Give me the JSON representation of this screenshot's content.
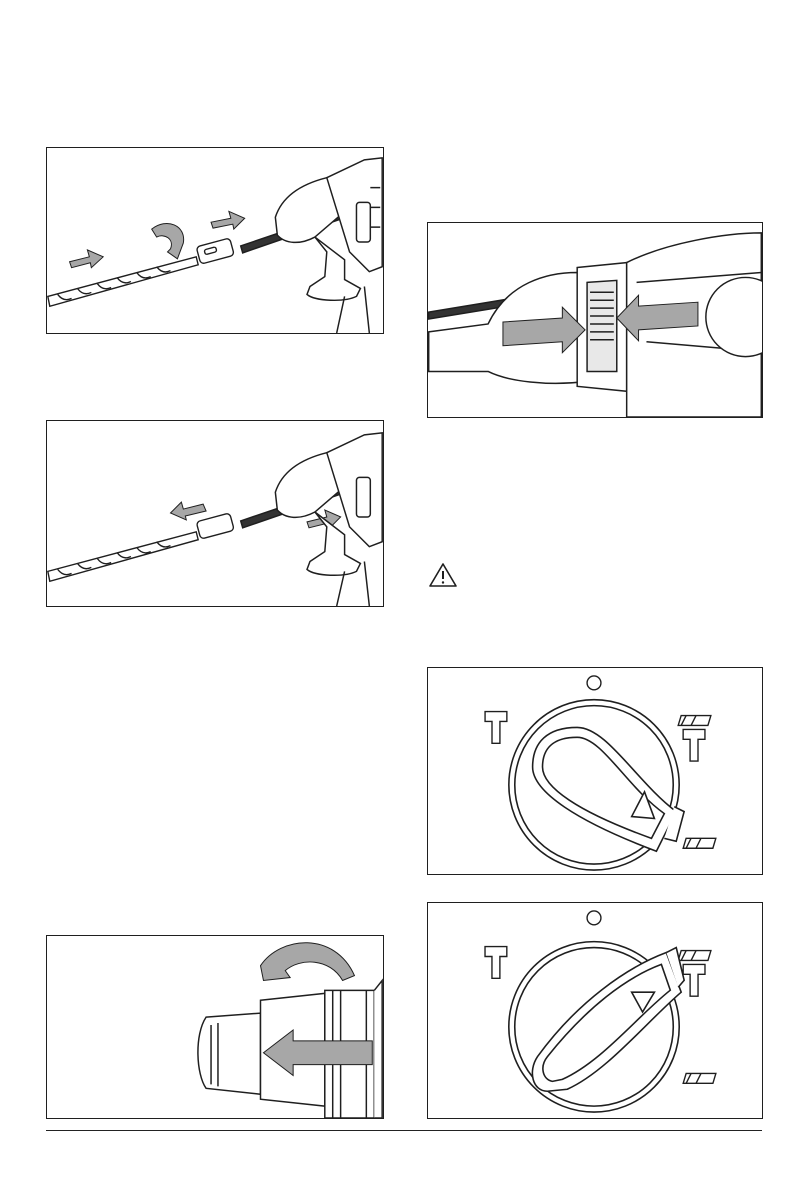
{
  "page": {
    "background": "#ffffff",
    "line_color": "#1f1f1f",
    "arrow_fill": "#a7a7a7"
  },
  "figures": [
    {
      "name": "insert-bit-figure",
      "icons": [
        "drill-bit-icon",
        "rotate-arrow-icon",
        "push-arrow-icon",
        "hammer-drill-icon"
      ]
    },
    {
      "name": "remove-bit-figure",
      "icons": [
        "drill-bit-icon",
        "pull-arrow-icon",
        "hammer-drill-icon"
      ]
    },
    {
      "name": "chuck-removal-figure",
      "icons": [
        "chuck-icon",
        "rotate-arrow-icon",
        "pull-arrow-icon"
      ]
    },
    {
      "name": "mode-button-press-figure",
      "icons": [
        "hammer-drill-icon",
        "press-arrow-icon",
        "mode-selector-icon"
      ]
    },
    {
      "name": "mode-dial-figure-1",
      "icons": [
        "mode-selector-icon",
        "hammer-symbol-icon",
        "hammer-drill-symbol-icon",
        "drill-symbol-icon"
      ]
    },
    {
      "name": "mode-dial-figure-2",
      "icons": [
        "mode-selector-icon",
        "hammer-symbol-icon",
        "hammer-drill-symbol-icon",
        "drill-symbol-icon"
      ]
    }
  ],
  "warning": {
    "icon": "warning-triangle-icon"
  }
}
